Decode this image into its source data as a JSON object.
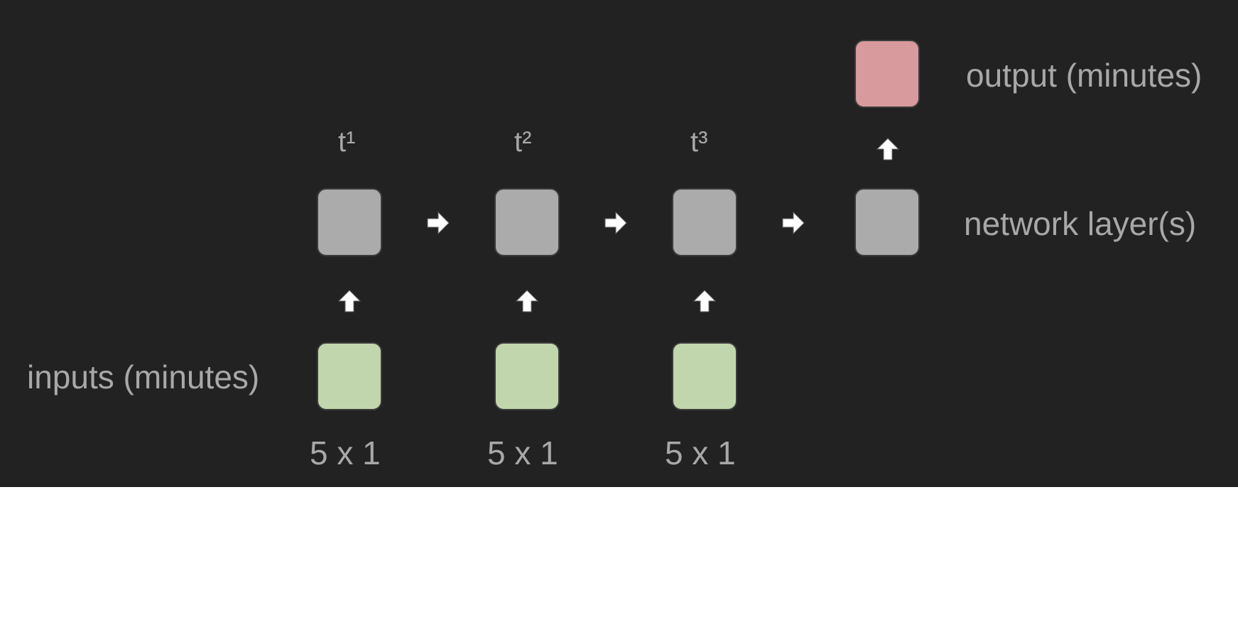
{
  "labels": {
    "output": "output (minutes)",
    "network": "network layer(s)",
    "inputs": "inputs (minutes)"
  },
  "timesteps": [
    "t¹",
    "t²",
    "t³"
  ],
  "dims": [
    "5 x 1",
    "5 x 1",
    "5 x 1"
  ],
  "colors": {
    "background": "#222222",
    "layer_block": "#ababab",
    "input_block": "#c1d6ac",
    "output_block": "#d89a9c",
    "arrow": "#ffffff",
    "text": "#a8a8a8"
  },
  "icons": {
    "arrow_up": "arrow-up-icon",
    "arrow_right": "arrow-right-icon"
  }
}
